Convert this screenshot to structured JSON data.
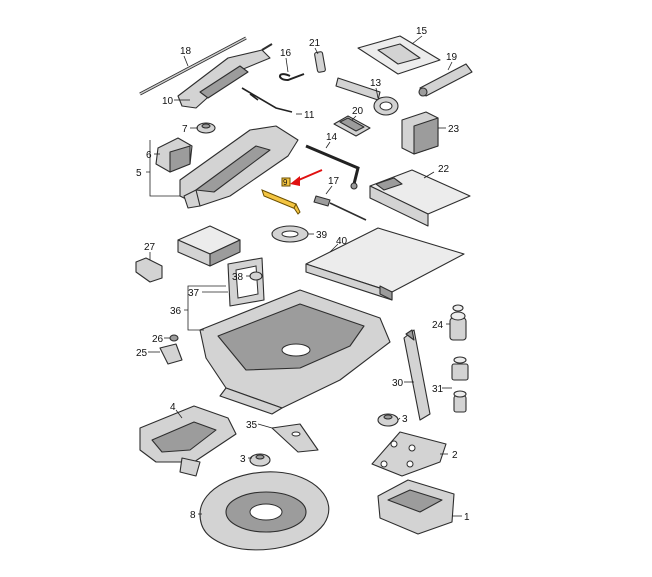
{
  "callouts": {
    "c1": "1",
    "c2": "2",
    "c3a": "3",
    "c3b": "3",
    "c4": "4",
    "c5": "5",
    "c6": "6",
    "c7": "7",
    "c8": "8",
    "c9": "9",
    "c10": "10",
    "c11": "11",
    "c13": "13",
    "c14": "14",
    "c15": "15",
    "c16": "16",
    "c17": "17",
    "c18": "18",
    "c19": "19",
    "c20": "20",
    "c21": "21",
    "c22": "22",
    "c23": "23",
    "c24": "24",
    "c25": "25",
    "c26": "26",
    "c27": "27",
    "c30": "30",
    "c31": "31",
    "c35": "35",
    "c36": "36",
    "c37": "37",
    "c38": "38",
    "c39": "39",
    "c40": "40"
  },
  "colors": {
    "highlight": "#f4c542",
    "arrow": "#e01010",
    "part": "#d3d3d3"
  }
}
